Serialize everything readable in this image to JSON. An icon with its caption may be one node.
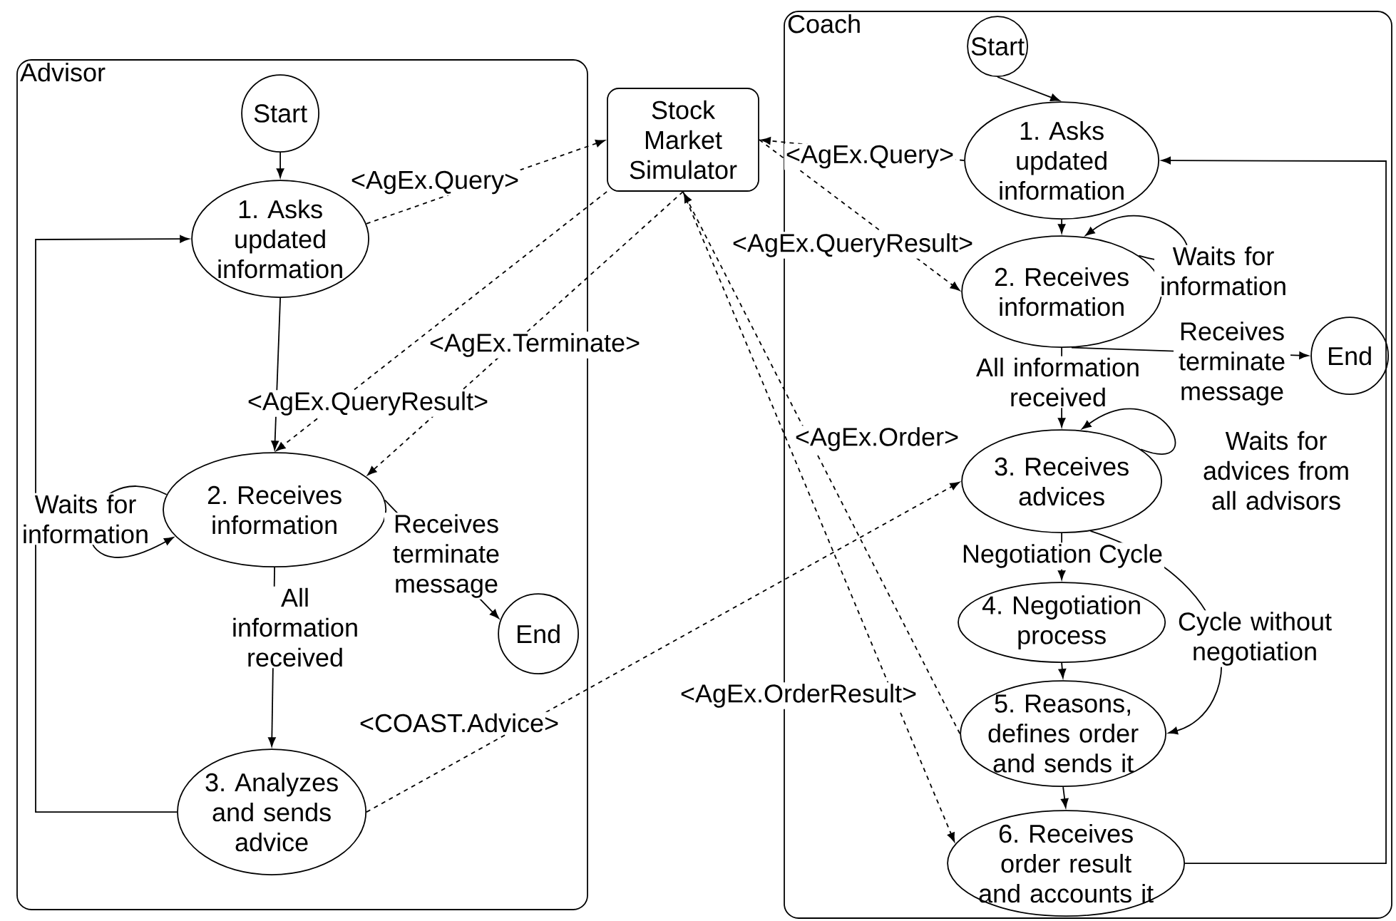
{
  "diagram": {
    "nodes": [
      {
        "text": [
          "Advisor"
        ]
      },
      {
        "text": [
          "Start"
        ],
        "in": 0
      },
      {
        "text": [
          "1. Asks updated information"
        ],
        "in": 0
      },
      {
        "text": [
          "2. Receives information"
        ],
        "in": 0
      },
      {
        "text": [
          "End"
        ],
        "in": 0
      },
      {
        "text": [
          "3. Analyzes and sends advice"
        ],
        "in": 0
      },
      {
        "text": [
          "Stock Market Simulator"
        ]
      },
      {
        "text": [
          "Coach"
        ]
      },
      {
        "text": [
          "Start"
        ],
        "in": 7
      },
      {
        "text": [
          "1. Asks updated information"
        ],
        "in": 7
      },
      {
        "text": [
          "2. Receives information"
        ],
        "in": 7
      },
      {
        "text": [
          "End"
        ],
        "in": 7
      },
      {
        "text": [
          "3. Receives advices"
        ],
        "in": 7
      },
      {
        "text": [
          "4. Negotiation process"
        ],
        "in": 7
      },
      {
        "text": [
          "5. Reasons, defines order and sends it"
        ],
        "in": 7
      },
      {
        "text": [
          "6. Receives order result and accounts it"
        ],
        "in": 7
      }
    ],
    "edges": [
      {
        "from": 1,
        "to": 2,
        "arrow": "to"
      },
      {
        "from": 2,
        "to": 3,
        "arrow": "to"
      },
      {
        "from": 2,
        "to": 6,
        "arrow": "to",
        "style": "dashed",
        "label": "<AgEx.Query>"
      },
      {
        "from": 6,
        "to": 3,
        "arrow": "to",
        "style": "dashed",
        "label": "<AgEx.QueryResult>"
      },
      {
        "from": 6,
        "to": 3,
        "arrow": "to",
        "style": "dashed",
        "label": "<AgEx.Terminate>"
      },
      {
        "from": 3,
        "to": 3,
        "arrow": "to",
        "label": "Waits for information"
      },
      {
        "from": 3,
        "to": 4,
        "arrow": "to",
        "label": "Receives terminate message"
      },
      {
        "from": 3,
        "to": 5,
        "arrow": "to",
        "label": "All information received"
      },
      {
        "from": 5,
        "to": 2,
        "arrow": "to"
      },
      {
        "from": 5,
        "to": 12,
        "arrow": "to",
        "style": "dashed",
        "label": "<COAST.Advice>"
      },
      {
        "from": 9,
        "to": 6,
        "arrow": "to",
        "style": "dashed",
        "label": "<AgEx.Query>"
      },
      {
        "from": 6,
        "to": 10,
        "arrow": "to",
        "style": "dashed",
        "label": "<AgEx.QueryResult>"
      },
      {
        "from": 8,
        "to": 9,
        "arrow": "to"
      },
      {
        "from": 9,
        "to": 10,
        "arrow": "to"
      },
      {
        "from": 10,
        "to": 10,
        "arrow": "to",
        "label": "Waits for information"
      },
      {
        "from": 10,
        "to": 11,
        "arrow": "to",
        "label": "Receives terminate message"
      },
      {
        "from": 10,
        "to": 12,
        "arrow": "to",
        "label": "All information received"
      },
      {
        "from": 12,
        "to": 12,
        "arrow": "to",
        "label": "Waits for advices from all advisors"
      },
      {
        "from": 12,
        "to": 13,
        "arrow": "to",
        "label": "Negotiation Cycle"
      },
      {
        "from": 12,
        "to": 14,
        "arrow": "to",
        "label": "Cycle without negotiation"
      },
      {
        "from": 13,
        "to": 14,
        "arrow": "to"
      },
      {
        "from": 14,
        "to": 15,
        "arrow": "to"
      },
      {
        "from": 15,
        "to": 9,
        "arrow": "to"
      },
      {
        "from": 14,
        "to": 6,
        "arrow": "to",
        "style": "dashed",
        "label": "<AgEx.Order>"
      },
      {
        "from": 6,
        "to": 15,
        "arrow": "to",
        "style": "dashed",
        "label": "<AgEx.OrderResult>"
      }
    ]
  }
}
